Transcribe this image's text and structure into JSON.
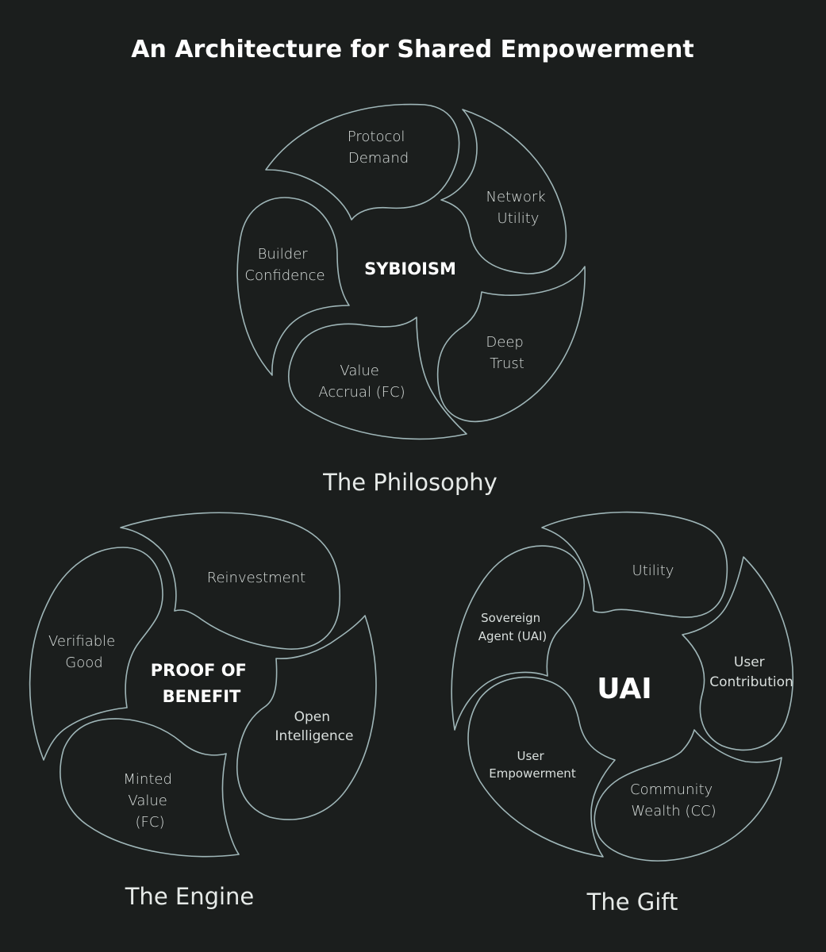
{
  "title": "An Architecture for Shared Empowerment",
  "wheels": [
    {
      "center": "SYBIOISM",
      "caption": "The Philosophy",
      "segments": [
        [
          "Protocol",
          "Demand"
        ],
        [
          "Network",
          "Utility"
        ],
        [
          "Deep",
          "Trust"
        ],
        [
          "Value",
          "Accrual (FC)"
        ],
        [
          "Builder",
          "Confidence"
        ]
      ]
    },
    {
      "center": [
        "PROOF OF",
        "BENEFIT"
      ],
      "caption": "The Engine",
      "segments": [
        [
          "Reinvestment"
        ],
        [
          "Open",
          "Intelligence"
        ],
        [
          "Minted",
          "Value",
          "(FC)"
        ],
        [
          "Verifiable",
          "Good"
        ]
      ]
    },
    {
      "center": "UAI",
      "caption": "The Gift",
      "segments": [
        [
          "Utility"
        ],
        [
          "User",
          "Contribution"
        ],
        [
          "Community",
          "Wealth (CC)"
        ],
        [
          "User",
          "Empowerment"
        ],
        [
          "Sovereign",
          "Agent (UAI)"
        ]
      ]
    }
  ]
}
